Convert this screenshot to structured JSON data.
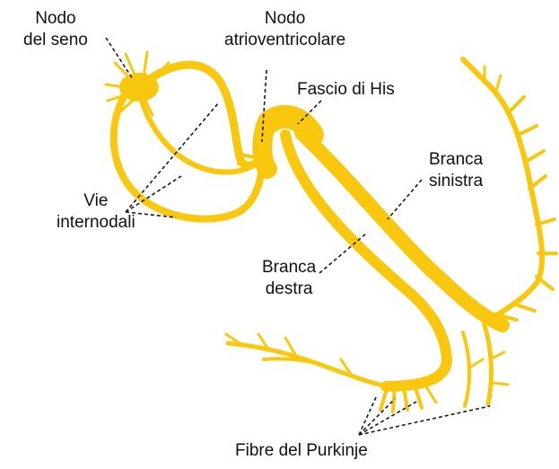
{
  "colors": {
    "conduction": "#F9C80E",
    "conduction_light": "#FBD740",
    "leader": "#1a1a1a"
  },
  "labels": {
    "nodo_seno": [
      "Nodo",
      "del seno"
    ],
    "nodo_av": [
      "Nodo",
      "atrioventricolare"
    ],
    "fascio_his": "Fascio di His",
    "branca_sinistra": [
      "Branca",
      "sinistra"
    ],
    "vie_internodali": [
      "Vie",
      "internodali"
    ],
    "branca_destra": [
      "Branca",
      "destra"
    ],
    "fibre_purkinje": "Fibre del Purkinje"
  }
}
